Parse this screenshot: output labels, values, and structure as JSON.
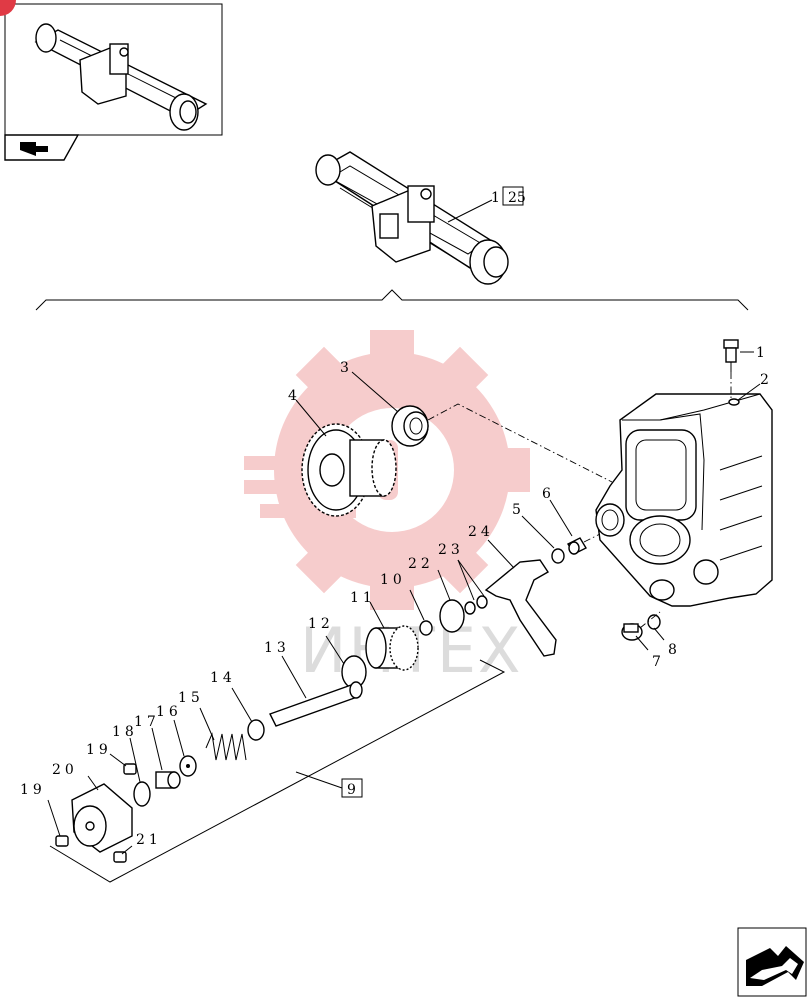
{
  "colors": {
    "watermark_red": "#f6c7c7",
    "watermark_text": "#dcdcdc",
    "badge_red": "#e03a45",
    "ink": "#000000"
  },
  "watermark_text": "ИНТЕХ",
  "assembly_label": "25",
  "group_label": "9",
  "callouts": [
    {
      "id": "c1",
      "text": "1"
    },
    {
      "id": "c2",
      "text": "2"
    },
    {
      "id": "c3",
      "text": "3"
    },
    {
      "id": "c4",
      "text": "4"
    },
    {
      "id": "c5",
      "text": "5"
    },
    {
      "id": "c6",
      "text": "6"
    },
    {
      "id": "c7",
      "text": "7"
    },
    {
      "id": "c8",
      "text": "8"
    },
    {
      "id": "c10",
      "text": "10"
    },
    {
      "id": "c11",
      "text": "11"
    },
    {
      "id": "c12",
      "text": "12"
    },
    {
      "id": "c13",
      "text": "13"
    },
    {
      "id": "c14",
      "text": "14"
    },
    {
      "id": "c15",
      "text": "15"
    },
    {
      "id": "c16",
      "text": "16"
    },
    {
      "id": "c17",
      "text": "17"
    },
    {
      "id": "c18",
      "text": "18"
    },
    {
      "id": "c19a",
      "text": "19"
    },
    {
      "id": "c19b",
      "text": "19"
    },
    {
      "id": "c20",
      "text": "20"
    },
    {
      "id": "c21",
      "text": "21"
    },
    {
      "id": "c22",
      "text": "22"
    },
    {
      "id": "c23",
      "text": "23"
    },
    {
      "id": "c24",
      "text": "24"
    }
  ],
  "icons": [
    "badge-icon",
    "back-arrow-icon",
    "next-page-arrow-icon"
  ]
}
